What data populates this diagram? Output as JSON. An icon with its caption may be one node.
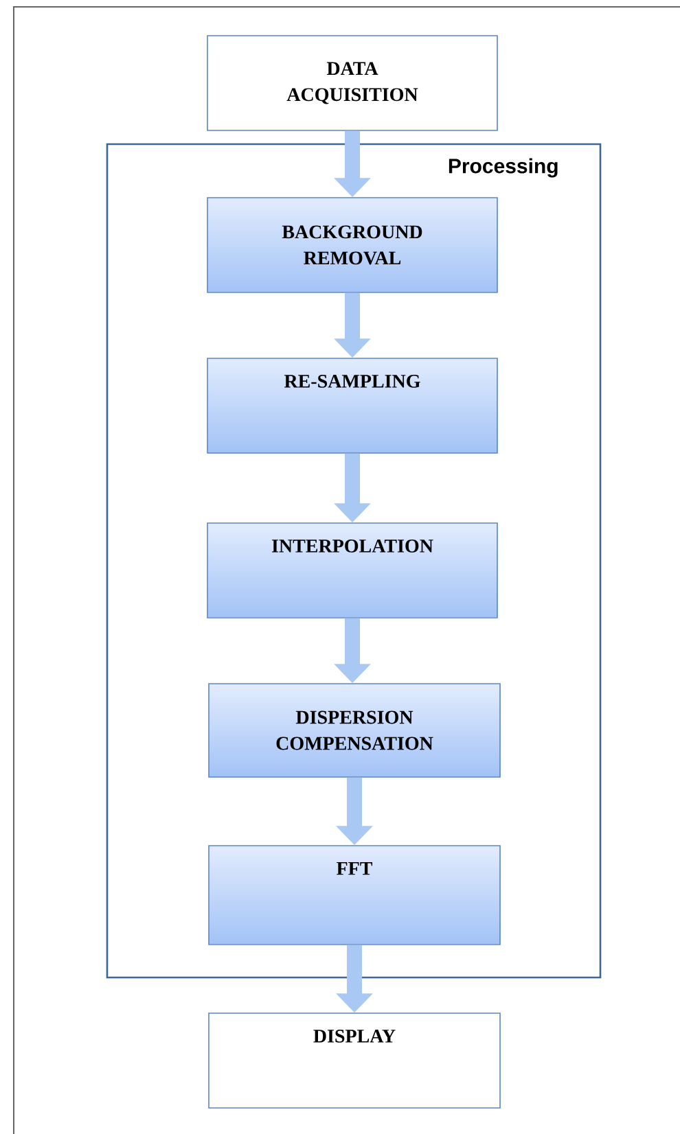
{
  "diagram": {
    "nodes": [
      {
        "text": [
          "DATA ACQUISITION"
        ]
      },
      {
        "text": [
          "Processing"
        ]
      },
      {
        "text": [
          "BACKGROUND REMOVAL"
        ],
        "in": 1
      },
      {
        "text": [
          "RE-SAMPLING"
        ],
        "in": 1
      },
      {
        "text": [
          "INTERPOLATION"
        ],
        "in": 1
      },
      {
        "text": [
          "DISPERSION COMPENSATION"
        ],
        "in": 1
      },
      {
        "text": [
          "FFT"
        ],
        "in": 1
      },
      {
        "text": [
          "DISPLAY"
        ]
      }
    ],
    "edges": [
      {
        "from": 0,
        "to": 2,
        "arrow": "to"
      },
      {
        "from": 2,
        "to": 3,
        "arrow": "to"
      },
      {
        "from": 3,
        "to": 4,
        "arrow": "to"
      },
      {
        "from": 4,
        "to": 5,
        "arrow": "to"
      },
      {
        "from": 5,
        "to": 6,
        "arrow": "to"
      },
      {
        "from": 6,
        "to": 7,
        "arrow": "to"
      }
    ]
  }
}
